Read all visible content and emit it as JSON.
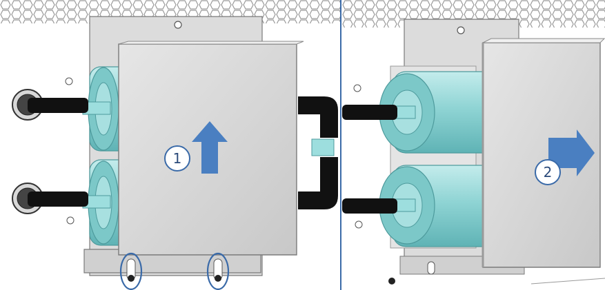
{
  "steps": [
    {
      "label": "1",
      "action": "slide-up"
    },
    {
      "label": "2",
      "action": "slide-right"
    }
  ],
  "icons": [
    "up-arrow-icon",
    "right-arrow-icon"
  ],
  "colors": {
    "arrow": "#4a7fc1",
    "callout_stroke": "#3a6aa8",
    "divider": "#3a6aa8",
    "cartridge": "#8fd4d4",
    "cartridge_dark": "#5fb3b5",
    "bracket": "#d6d6d6",
    "bracket_edge": "#7a7a7a",
    "fitting": "#111111"
  }
}
